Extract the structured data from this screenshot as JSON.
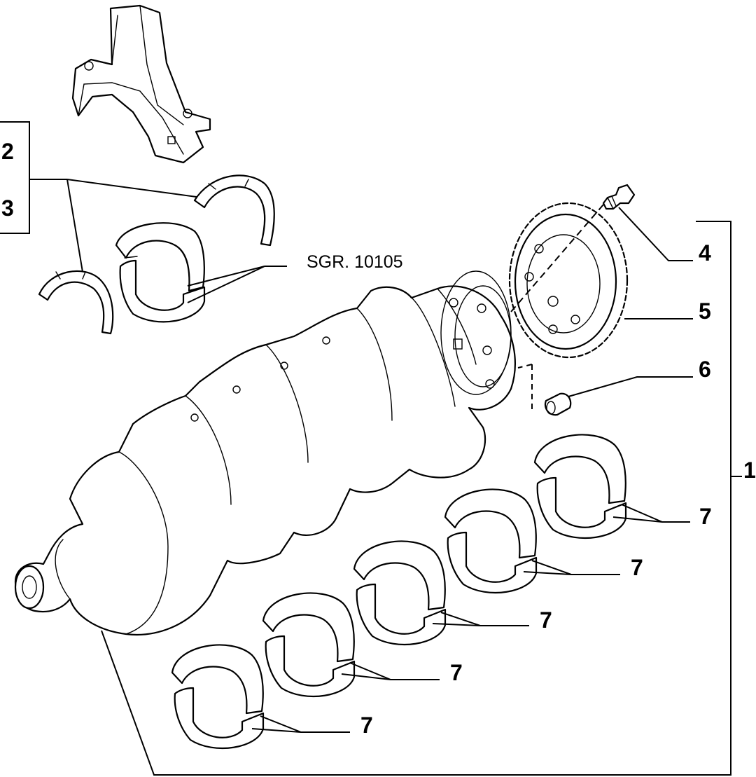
{
  "reference": "SGR. 10105",
  "callouts": {
    "c1": "1",
    "c2": "2",
    "c3": "3",
    "c4": "4",
    "c5": "5",
    "c6": "6",
    "c7": "7"
  },
  "bearing_shells": 5
}
